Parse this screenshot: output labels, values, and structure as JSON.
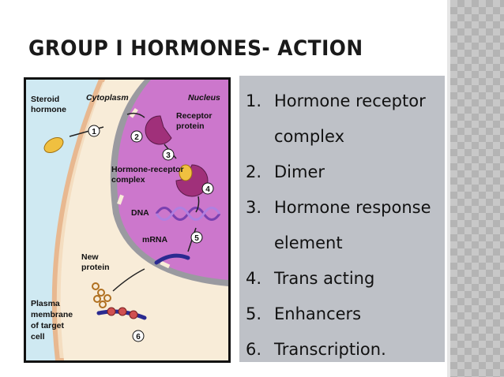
{
  "slide": {
    "title": "GROUP I HORMONES- ACTION"
  },
  "figure": {
    "labels": {
      "steroid_hormone_1": "Steroid",
      "steroid_hormone_2": "hormone",
      "cytoplasm": "Cytoplasm",
      "nucleus": "Nucleus",
      "receptor_1": "Receptor",
      "receptor_2": "protein",
      "complex_1": "Hormone-receptor",
      "complex_2": "complex",
      "dna": "DNA",
      "mrna": "mRNA",
      "new_protein_1": "New",
      "new_protein_2": "protein",
      "membrane_1": "Plasma",
      "membrane_2": "membrane",
      "membrane_3": "of target",
      "membrane_4": "cell"
    },
    "steps": [
      "1",
      "2",
      "3",
      "4",
      "5",
      "6"
    ]
  },
  "list": {
    "items": [
      {
        "num": "1.",
        "text": "Hormone receptor",
        "cont": "complex"
      },
      {
        "num": "2.",
        "text": "Dimer"
      },
      {
        "num": "3.",
        "text": "Hormone response",
        "cont": "element"
      },
      {
        "num": "4.",
        "text": "Trans acting"
      },
      {
        "num": "5.",
        "text": "Enhancers"
      },
      {
        "num": "6.",
        "text": "Transcription."
      }
    ]
  },
  "colors": {
    "cytoplasm": "#f6e6cf",
    "nucleus": "#cc77cc",
    "extracellular": "#cfe9f2",
    "panel": "#bec1c7",
    "hormone": "#f0c040"
  }
}
